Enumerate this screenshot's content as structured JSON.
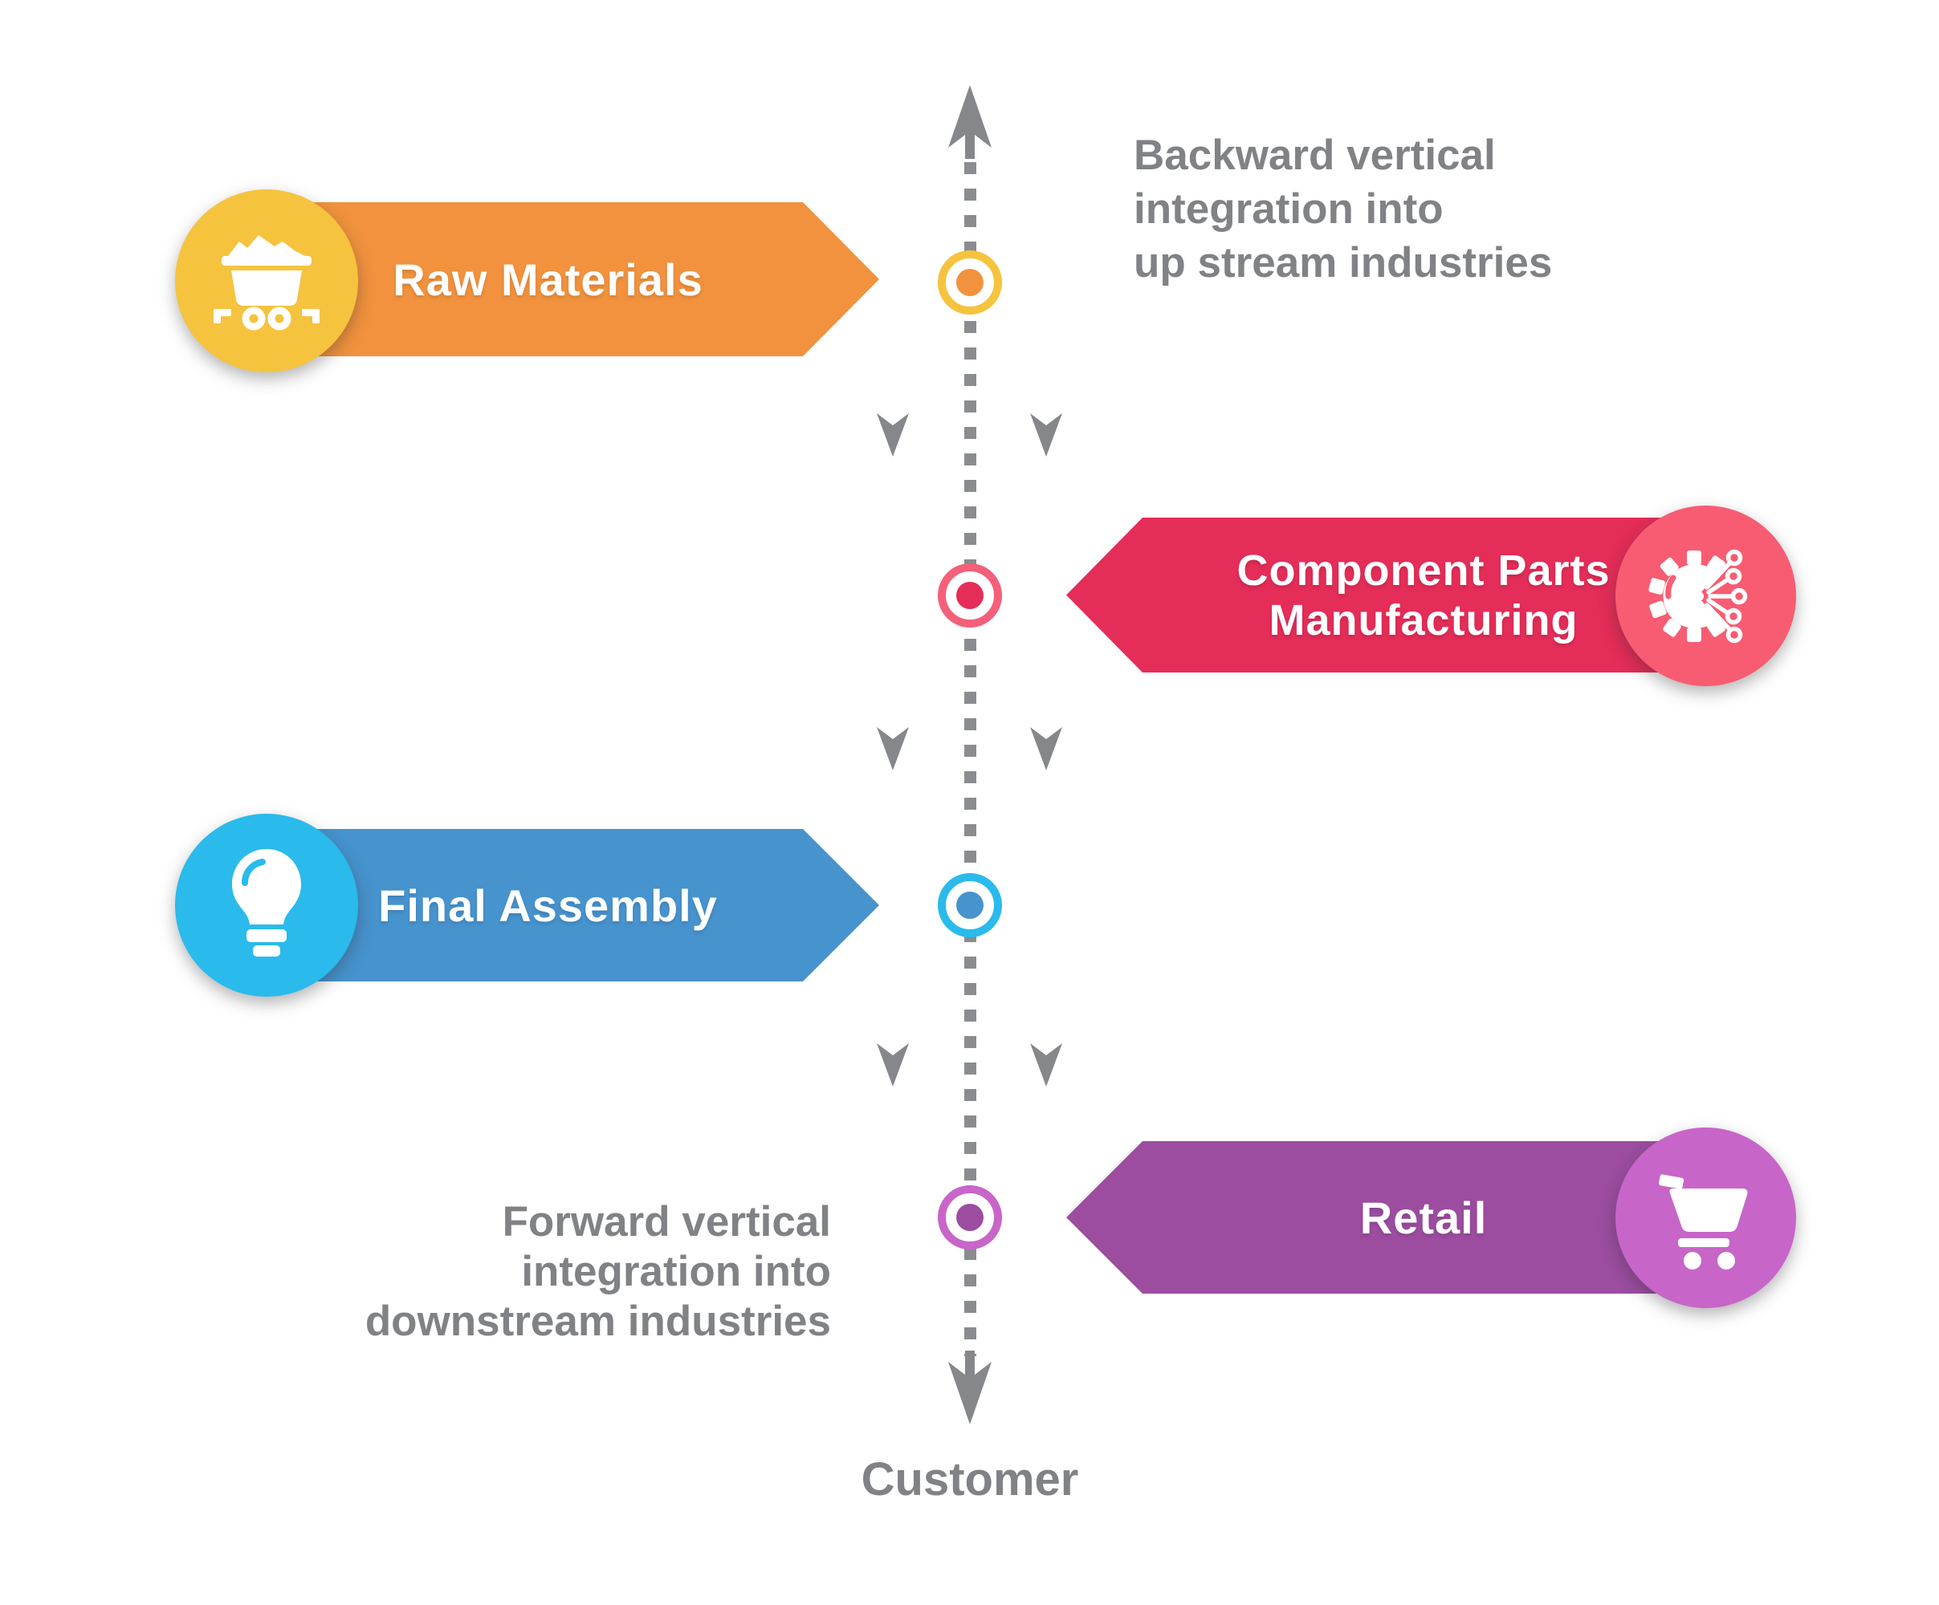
{
  "diagram": {
    "background": "#FFFFFF",
    "flow_axis": {
      "direction_top_label": {
        "lines": [
          "Backward vertical",
          "integration into",
          "up stream industries"
        ]
      },
      "direction_bottom_label": {
        "lines": [
          "Forward vertical",
          "integration into",
          "downstream industries"
        ]
      },
      "end_label": "Customer",
      "line_color": "#8A8C8F",
      "arrow_color": "#85878A"
    },
    "stages": [
      {
        "id": "raw-materials",
        "side": "left",
        "label_lines": [
          "Raw Materials"
        ],
        "banner_color": "#F2923E",
        "badge_color": "#F5C33E",
        "icon": "mine-cart-icon",
        "marker": {
          "ring_color": "#F5C33E",
          "dot_color": "#F2923E"
        }
      },
      {
        "id": "component-parts-manufacturing",
        "side": "right",
        "label_lines": [
          "Component Parts",
          "Manufacturing"
        ],
        "banner_color": "#E42D58",
        "badge_color": "#F85C72",
        "icon": "gear-circuit-icon",
        "marker": {
          "ring_color": "#F4607A",
          "dot_color": "#E42D58"
        }
      },
      {
        "id": "final-assembly",
        "side": "left",
        "label_lines": [
          "Final Assembly"
        ],
        "banner_color": "#4793CE",
        "badge_color": "#2ABAEC",
        "icon": "lightbulb-icon",
        "marker": {
          "ring_color": "#2ABAEC",
          "dot_color": "#4793CE"
        }
      },
      {
        "id": "retail",
        "side": "right",
        "label_lines": [
          "Retail"
        ],
        "banner_color": "#9C4DA0",
        "badge_color": "#C765C9",
        "icon": "shopping-cart-icon",
        "marker": {
          "ring_color": "#C765C9",
          "dot_color": "#9C4DA0"
        }
      }
    ],
    "text_color": "#808285"
  }
}
